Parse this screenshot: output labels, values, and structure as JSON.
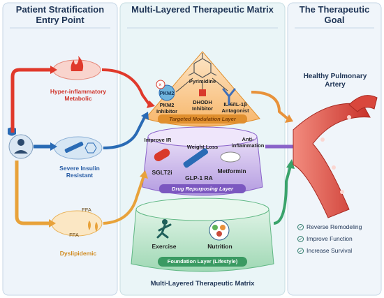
{
  "panels": {
    "left_title": "Patient Stratification Entry Point",
    "middle_title": "Multi-Layered Therapeutic Matrix",
    "right_title": "The Therapeutic Goal"
  },
  "phenotypes": {
    "hyper": "Hyper-inflammatory Metabolic",
    "insulin": "Severe Insulin Resistant",
    "dyslipidemic": "Dyslipidemic",
    "ffa": "FFA"
  },
  "top_layer": {
    "title": "Targeted Modulation Layer",
    "pyrimidine": "Pyrimidine",
    "pkm2": "PKM2",
    "pkm2_inhibitor": "PKM2 Inhibitor",
    "dhodh_inhibitor": "DHODH Inhibitor",
    "il_antagonist": "IL-6/IL-1β Antagonist"
  },
  "middle_layer": {
    "title": "Drug Repurposing Layer",
    "improve_ir": "Improve IR",
    "weight_loss": "Weight Loss",
    "anti_inflammation": "Anti-inflammation",
    "sglt2i": "SGLT2i",
    "glp1": "GLP-1 RA",
    "metformin": "Metformin"
  },
  "base_layer": {
    "title": "Foundation Layer (Lifestyle)",
    "exercise": "Exercise",
    "nutrition": "Nutrition"
  },
  "bottom_caption": "Multi-Layered Therapeutic Matrix",
  "goal": {
    "artery_label": "Healthy Pulmonary Artery",
    "items": [
      "Reverse Remodeling",
      "Improve Function",
      "Increase Survival"
    ]
  },
  "colors": {
    "red": "#e0392b",
    "blue": "#2a6bb5",
    "orange": "#e8a23a",
    "purple": "#8a63c9",
    "green": "#3aa36b"
  }
}
